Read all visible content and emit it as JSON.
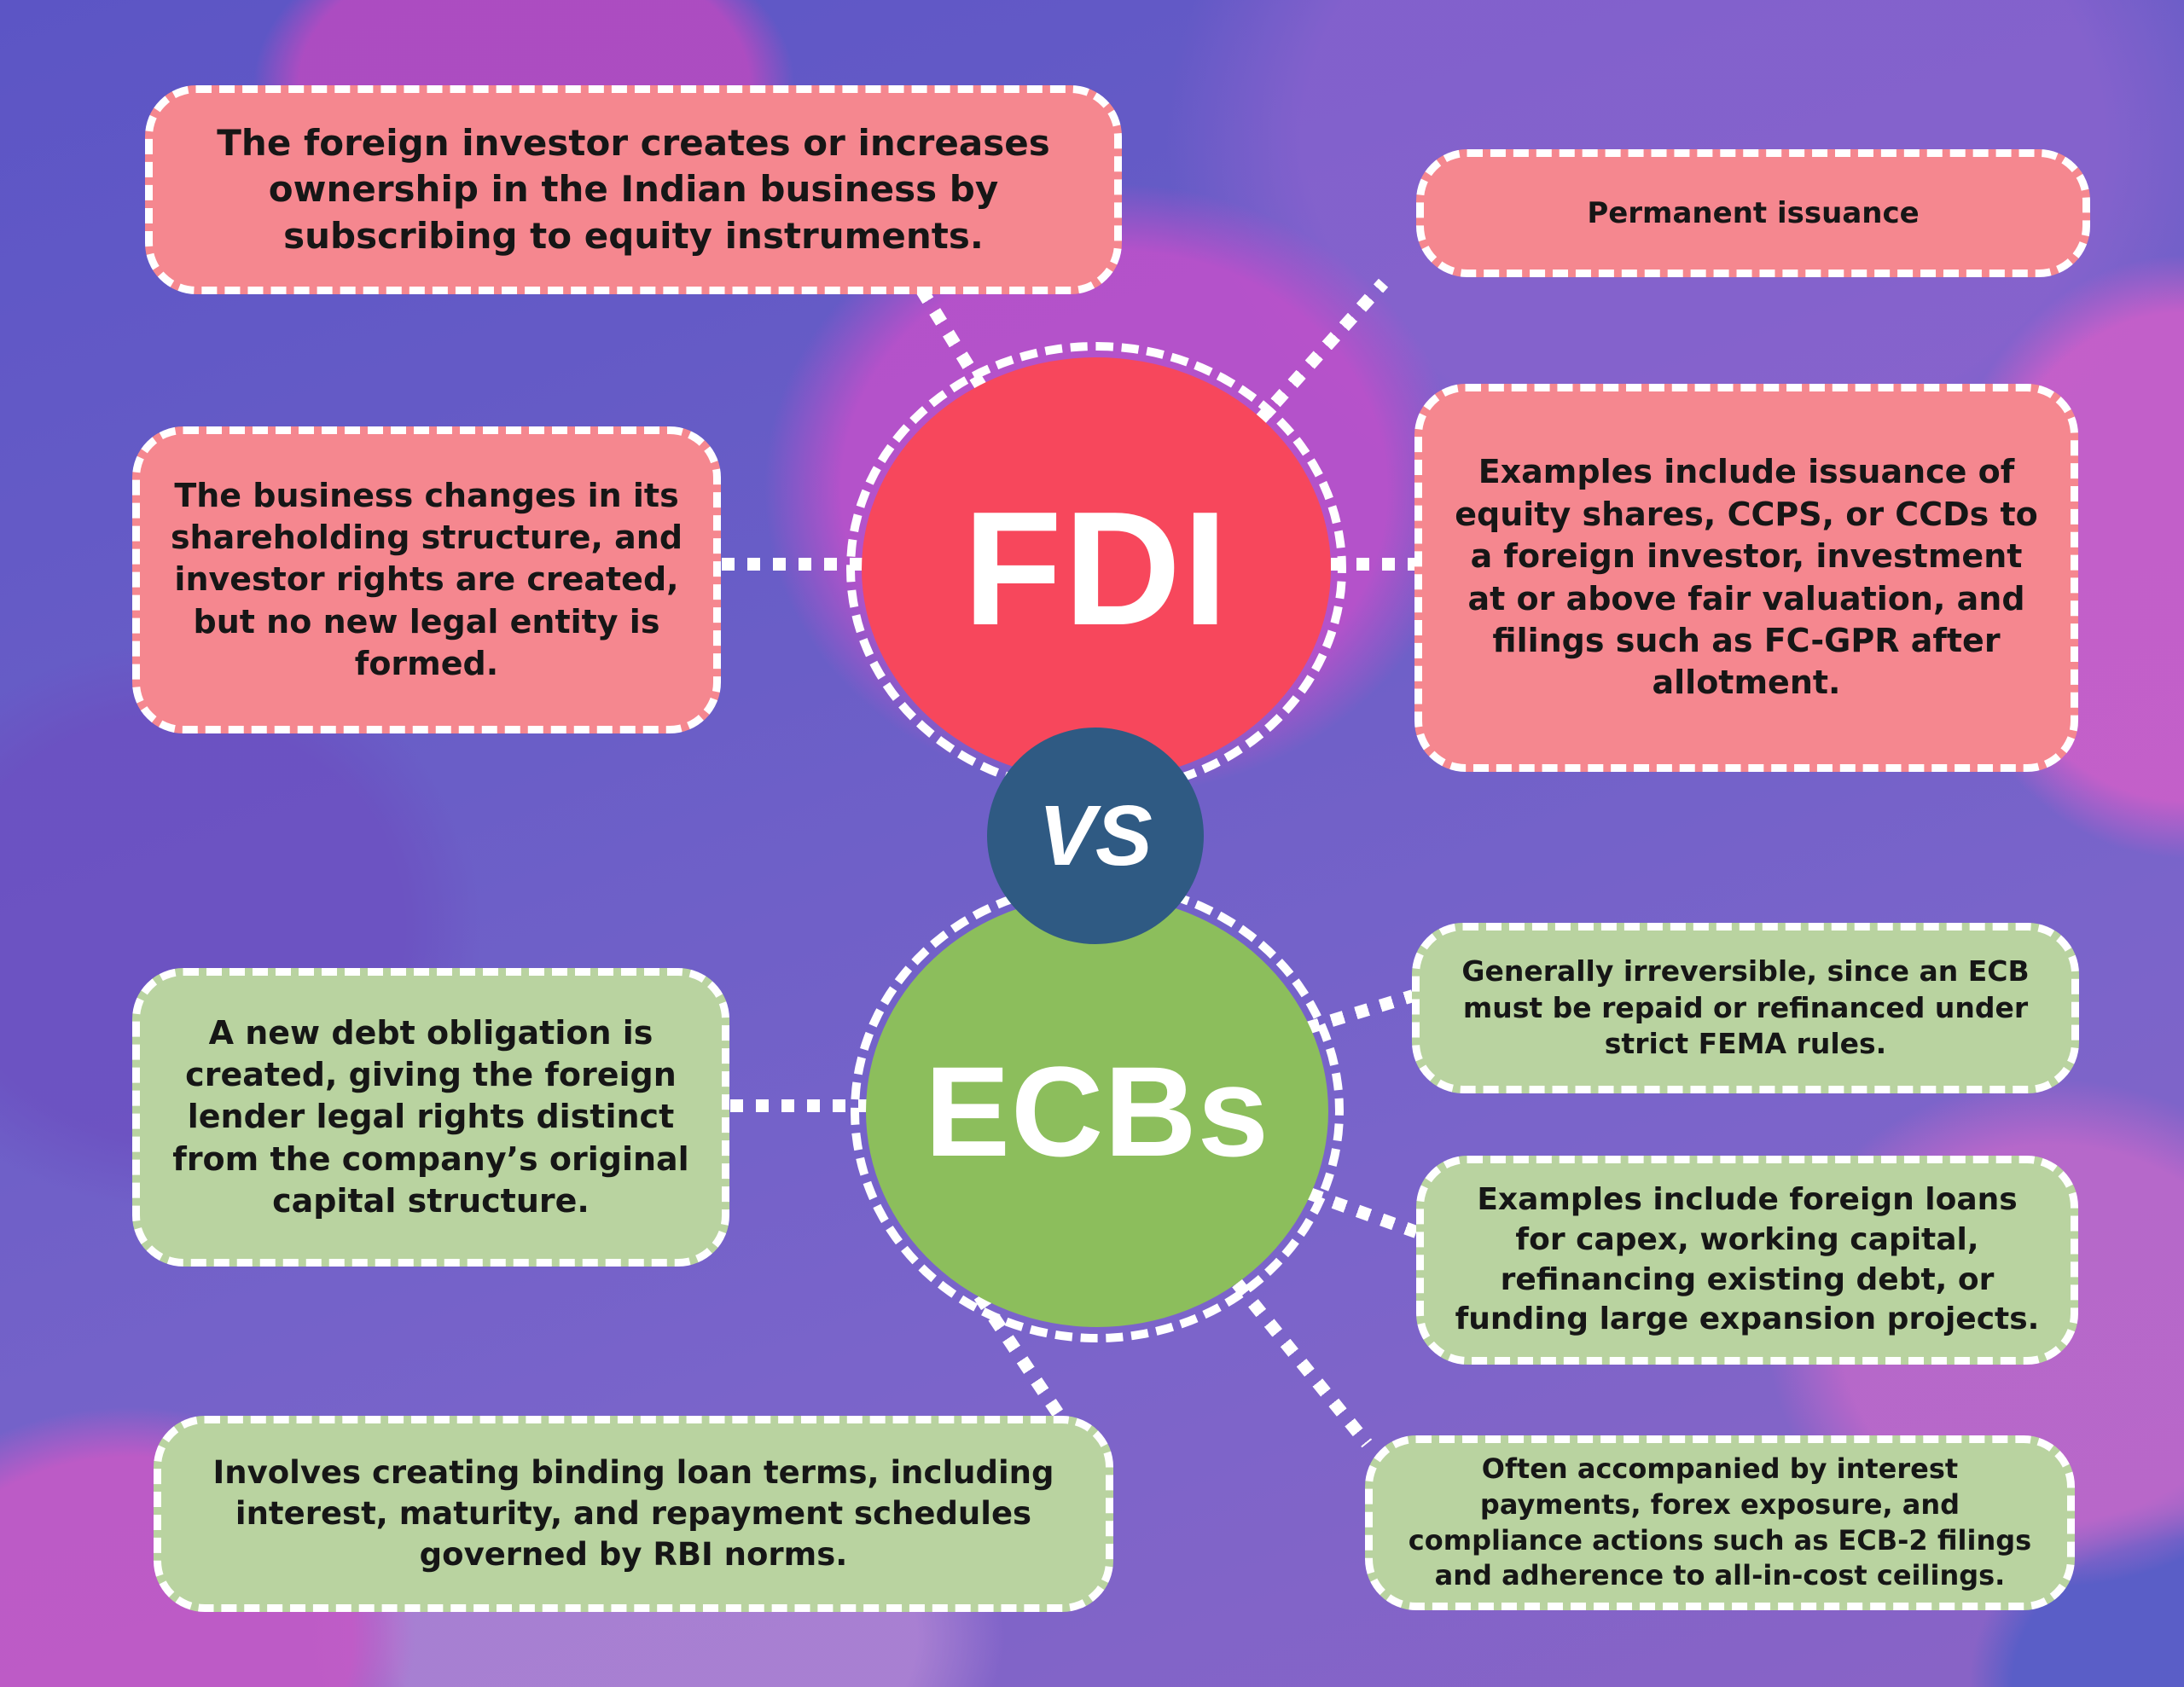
{
  "diagram": {
    "fdi_label": "FDI",
    "vs_label": "VS",
    "ecbs_label": "ECBs"
  },
  "fdi_notes": [
    {
      "id": "ownership",
      "text": "The foreign investor creates or increases ownership in the Indian business by subscribing to equity instruments."
    },
    {
      "id": "permanence",
      "text": "Permanent issuance"
    },
    {
      "id": "structure",
      "text": "The business changes in its shareholding structure, and investor rights are created, but no new legal entity is formed."
    },
    {
      "id": "examples",
      "text": "Examples include issuance of equity shares, CCPS, or CCDs to a foreign investor, investment at or above fair valuation, and filings such as FC-GPR after allotment."
    }
  ],
  "ecb_notes": [
    {
      "id": "debt-obligation",
      "text": "A new debt obligation is created, giving the foreign lender legal rights distinct from the company’s original capital structure."
    },
    {
      "id": "irreversible",
      "text": "Generally irreversible, since an ECB must be repaid or refinanced under strict FEMA rules."
    },
    {
      "id": "examples",
      "text": "Examples include foreign loans for capex, working capital, refinancing existing debt, or funding large expansion projects."
    },
    {
      "id": "loan-terms",
      "text": "Involves creating binding loan terms, including interest, maturity, and repayment schedules governed by RBI norms."
    },
    {
      "id": "compliance",
      "text": "Often accompanied by interest payments, forex exposure, and compliance actions such as ECB-2 filings and adherence to all-in-cost ceilings."
    }
  ],
  "colors": {
    "pink_note": "#F5878F",
    "fdi_circle": "#F7475C",
    "green_note": "#B9D3A0",
    "ecbs_circle": "#8CBE5C",
    "vs_circle": "#2F5A83",
    "dash": "#FFFFFF",
    "text": "#161616",
    "background_base": "#6A5EC7"
  }
}
